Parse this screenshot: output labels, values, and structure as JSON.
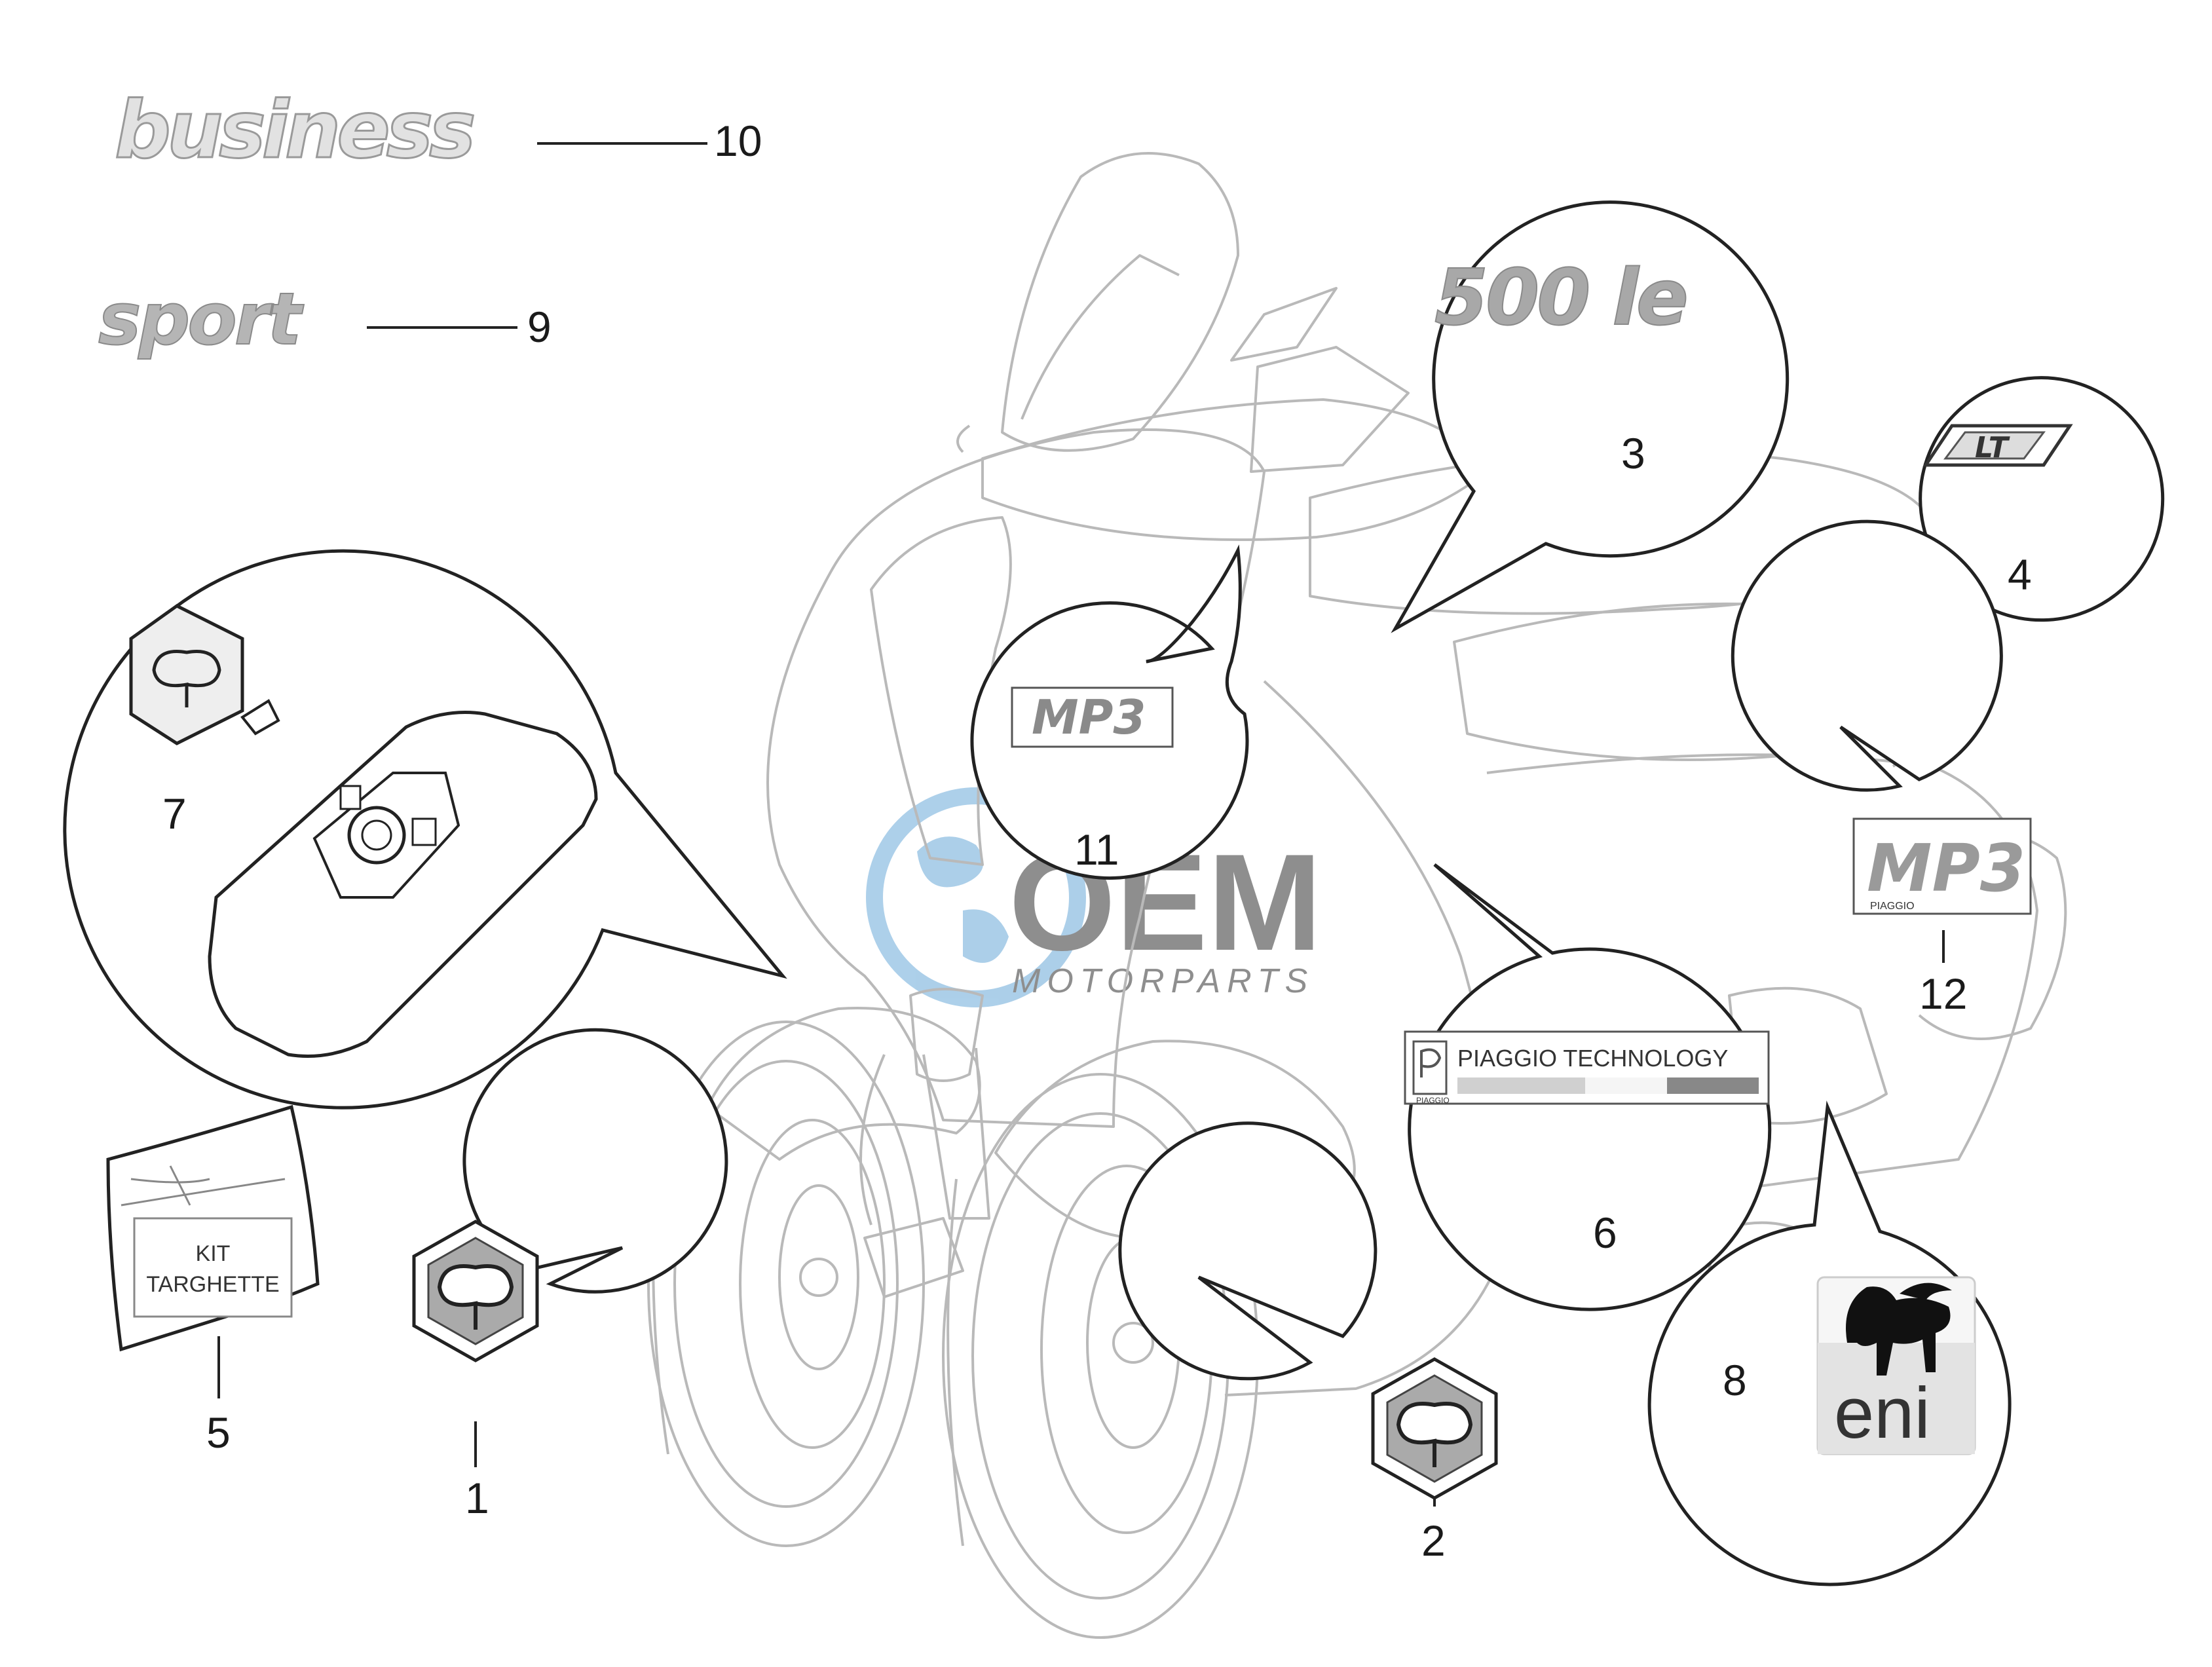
{
  "callouts": {
    "c1": "1",
    "c2": "2",
    "c3": "3",
    "c4": "4",
    "c5": "5",
    "c6": "6",
    "c7": "7",
    "c8": "8",
    "c9": "9",
    "c10": "10",
    "c11": "11",
    "c12": "12"
  },
  "decals": {
    "business": "business",
    "sport": "sport",
    "model_500": "500 le",
    "lt": "LT",
    "mp3": "MP3",
    "piaggio_tech": "PIAGGIO TECHNOLOGY",
    "piaggio_small": "PIAGGIO",
    "eni": "eni"
  },
  "kit_bag": {
    "line1": "KIT",
    "line2": "TARGHETTE"
  },
  "watermark": {
    "brand": "OEM",
    "sub": "MOTORPARTS"
  },
  "colors": {
    "line": "#222222",
    "faint": "#b9b9b9",
    "watermark_blue": "#6aa9d8",
    "watermark_gray": "#b7bcc2",
    "decal_gray": "#9a9a9a"
  },
  "icons": {
    "piaggio_logo": "piaggio-shield-icon",
    "eni_logo": "eni-dog-icon"
  }
}
